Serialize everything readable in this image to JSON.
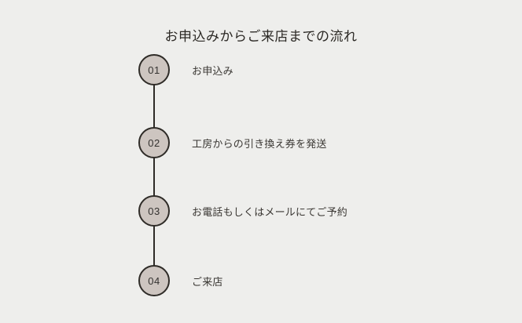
{
  "title": "お申込みからご来店までの流れ",
  "colors": {
    "background": "#eeeeec",
    "circle_fill": "#cdc5c0",
    "circle_border": "#2e2b27",
    "connector": "#2e2b27",
    "label_text": "#3a3733",
    "title_text": "#2b2824",
    "number_text": "#343230"
  },
  "steps": [
    {
      "number": "01",
      "label": "お申込み"
    },
    {
      "number": "02",
      "label": "工房からの引き換え券を発送"
    },
    {
      "number": "03",
      "label": "お電話もしくはメールにてご予約"
    },
    {
      "number": "04",
      "label": "ご来店"
    }
  ]
}
